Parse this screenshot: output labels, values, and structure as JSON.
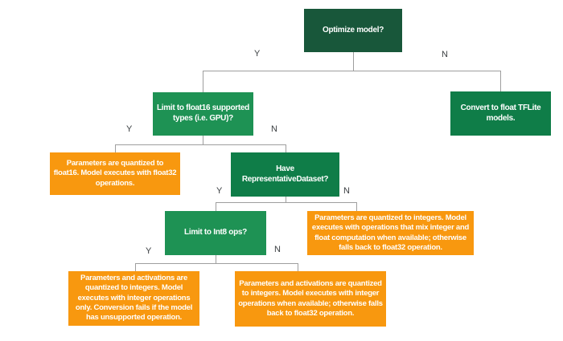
{
  "palette": {
    "dark_green": "#18573A",
    "green": "#0F7D48",
    "light_green": "#1E9254",
    "orange": "#F8980F",
    "line_gray": "#9E9E9E",
    "label_color": "#3C4043",
    "text_white": "#FFFFFF",
    "background": "#FFFFFF"
  },
  "nodes": {
    "optimize": {
      "label": "Optimize model?",
      "color": "dark_green"
    },
    "limit_float16": {
      "label": "Limit to float16 supported types (i.e. GPU)?",
      "color": "light_green"
    },
    "convert_float": {
      "label": "Convert to float TFLite models.",
      "color": "green"
    },
    "quantized_float16": {
      "label": "Parameters are quantized to float16. Model executes with float32 operations.",
      "color": "orange"
    },
    "have_dataset": {
      "label": "Have RepresentativeDataset?",
      "color": "green"
    },
    "quantized_mixed": {
      "label": "Parameters are quantized to integers. Model executes with operations that mix integer and float computation when available; otherwise falls back to float32 operation.",
      "color": "orange"
    },
    "limit_int8": {
      "label": "Limit to Int8 ops?",
      "color": "light_green"
    },
    "quantized_int_only": {
      "label": "Parameters and activations are quantized to integers. Model executes with integer operations only. Conversion fails if the model has unsupported operation.",
      "color": "orange"
    },
    "quantized_int_fallback": {
      "label": "Parameters and activations are quantized to integers. Model executes with integer operations when available; otherwise falls back to float32 operation.",
      "color": "orange"
    }
  },
  "branch_labels": {
    "yes": "Y",
    "no": "N"
  }
}
